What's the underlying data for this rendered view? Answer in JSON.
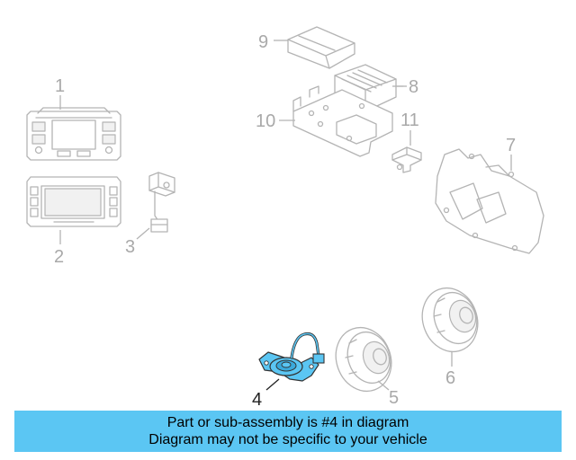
{
  "diagram": {
    "callouts": [
      {
        "id": "1",
        "label": "1"
      },
      {
        "id": "2",
        "label": "2"
      },
      {
        "id": "3",
        "label": "3"
      },
      {
        "id": "4",
        "label": "4"
      },
      {
        "id": "5",
        "label": "5"
      },
      {
        "id": "6",
        "label": "6"
      },
      {
        "id": "7",
        "label": "7"
      },
      {
        "id": "8",
        "label": "8"
      },
      {
        "id": "9",
        "label": "9"
      },
      {
        "id": "10",
        "label": "10"
      },
      {
        "id": "11",
        "label": "11"
      }
    ],
    "highlighted_part": "4",
    "colors": {
      "highlight": "#5bc6f3",
      "line": "#b4b4b4",
      "label": "#a9a9a9",
      "active_label": "#222222",
      "banner": "#5bc6f3"
    }
  },
  "banner": {
    "line1": "Part or sub-assembly is #4 in diagram",
    "line2": "Diagram may not be specific to your vehicle"
  }
}
